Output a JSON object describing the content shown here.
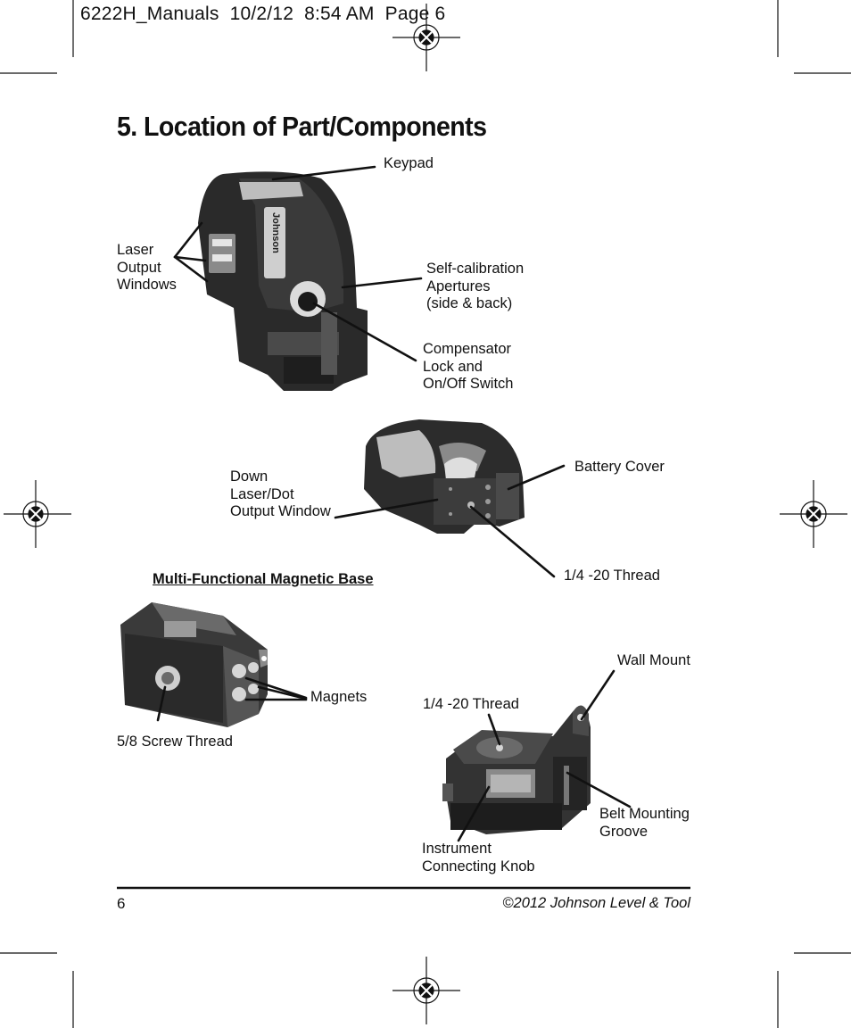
{
  "slug": "6222H_Manuals  10/2/12  8:54 AM  Page 6",
  "title": "5. Location of Part/Components",
  "labels": {
    "keypad": "Keypad",
    "laser_output": "Laser\nOutput\nWindows",
    "self_calibration": "Self-calibration\nApertures\n(side & back)",
    "compensator": "Compensator\nLock and\nOn/Off Switch",
    "down_laser": "Down\nLaser/Dot\nOutput Window",
    "battery_cover": "Battery Cover",
    "thread_top": "1/4 -20 Thread",
    "magnets": "Magnets",
    "screw_thread": "5/8 Screw Thread",
    "wall_mount": "Wall Mount",
    "thread_base": "1/4 -20 Thread",
    "belt_groove": "Belt Mounting\nGroove",
    "connecting_knob": "Instrument\nConnecting Knob"
  },
  "subhead": "Multi-Functional Magnetic Base",
  "footer": {
    "page_number": "6",
    "copyright": "©2012 Johnson Level & Tool"
  },
  "product_logo": "Johnson"
}
